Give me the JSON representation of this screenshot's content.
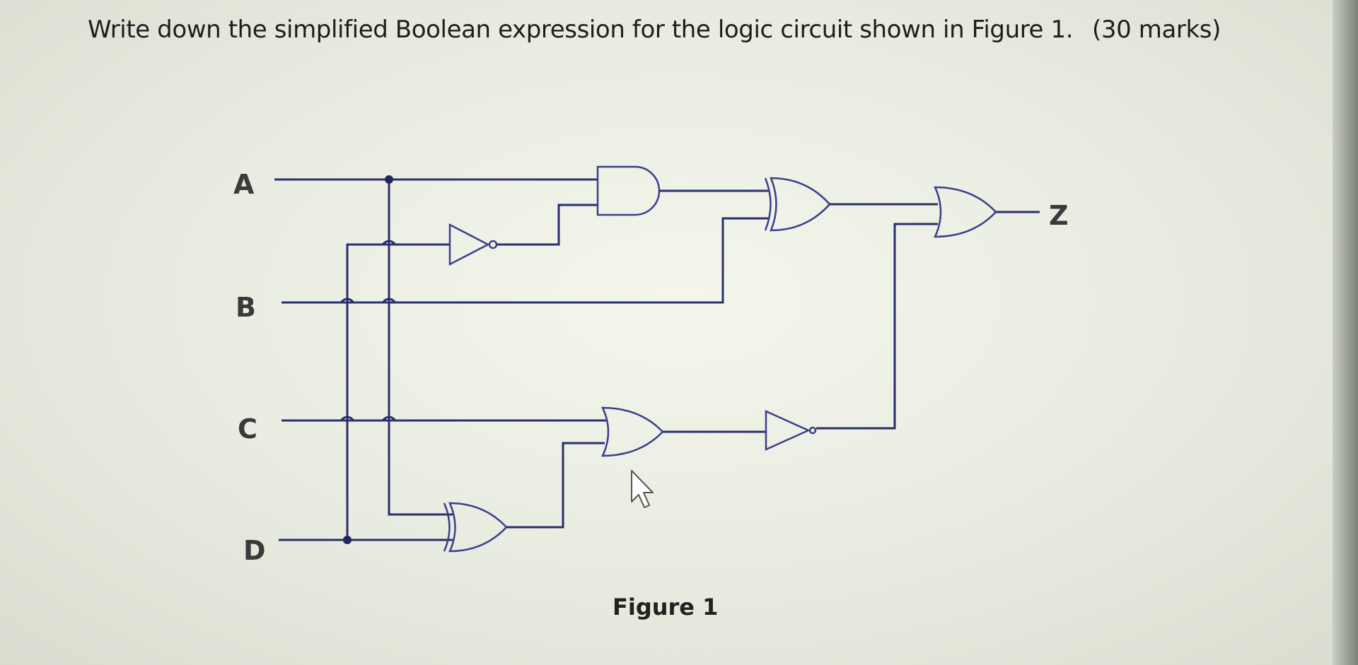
{
  "question": {
    "text": "Write down the simplified Boolean expression for the logic circuit shown in Figure 1.",
    "marks": "(30 marks)"
  },
  "figure": {
    "caption": "Figure 1",
    "inputs": [
      "A",
      "B",
      "C",
      "D"
    ],
    "output": "Z",
    "gates": [
      {
        "id": "not-1",
        "type": "NOT"
      },
      {
        "id": "and-1",
        "type": "AND"
      },
      {
        "id": "xor-1",
        "type": "XOR"
      },
      {
        "id": "xor-2",
        "type": "XOR"
      },
      {
        "id": "or-1",
        "type": "OR"
      },
      {
        "id": "buffer-1",
        "type": "BUFFER"
      },
      {
        "id": "or-2",
        "type": "OR"
      }
    ]
  },
  "colors": {
    "wire": "#2a2f6e",
    "gate": "#3a3f8a",
    "text": "#1e1e1e"
  },
  "cursor": "mouse-pointer-icon"
}
